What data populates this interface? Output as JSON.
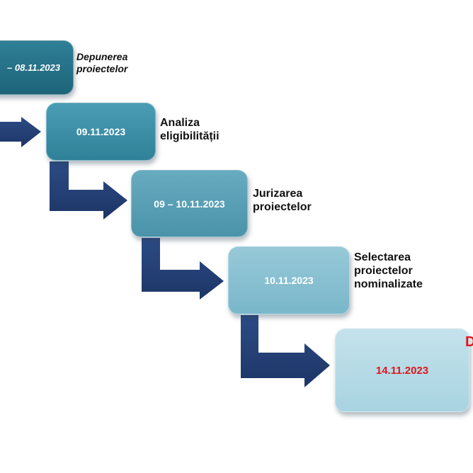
{
  "steps": [
    {
      "date": "– 08.11.2023",
      "label": [
        "Depunerea",
        "proiectelor"
      ]
    },
    {
      "date": "09.11.2023",
      "label": [
        "Analiza",
        "eligibilității"
      ]
    },
    {
      "date": "09 – 10.11.2023",
      "label": [
        "Jurizarea",
        "proiectelor"
      ]
    },
    {
      "date": "10.11.2023",
      "label": [
        "Selectarea",
        "proiectelor",
        "nominalizate"
      ]
    },
    {
      "date": "14.11.2023",
      "label": [
        "D"
      ]
    }
  ],
  "colors": {
    "arrow": "#223f73",
    "highlight": "#e3141b"
  }
}
